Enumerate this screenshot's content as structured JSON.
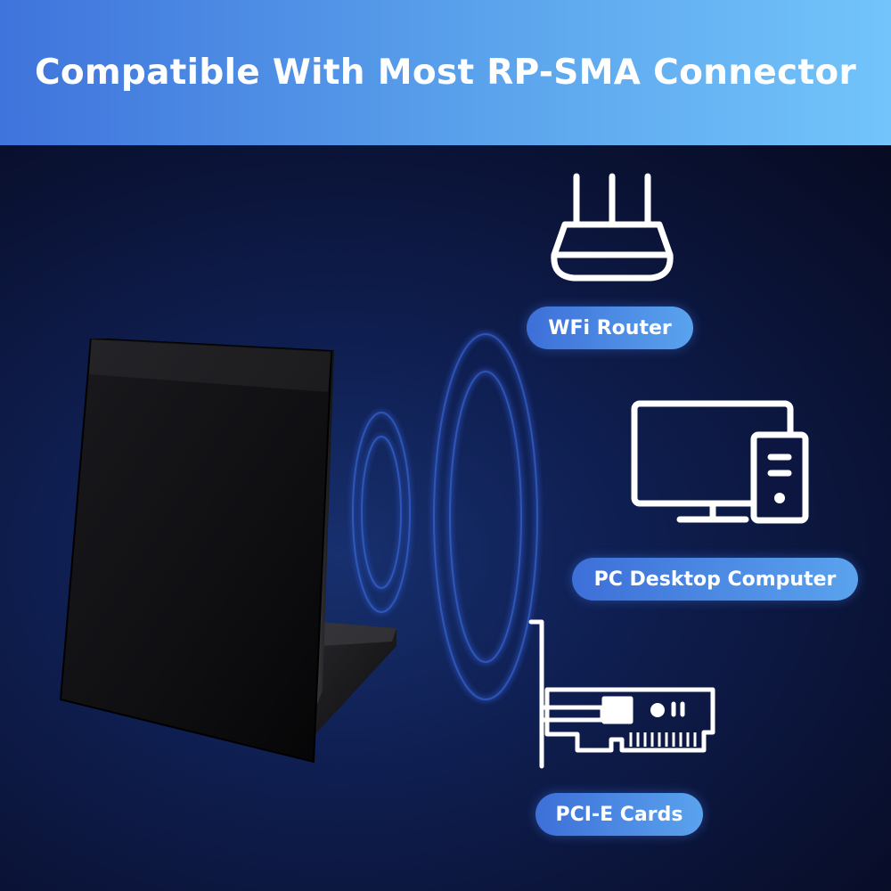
{
  "header": {
    "title": "Compatible With Most RP-SMA Connector"
  },
  "devices": [
    {
      "label": "WFi Router",
      "icon": "router-icon"
    },
    {
      "label": "PC Desktop Computer",
      "icon": "desktop-computer-icon"
    },
    {
      "label": "PCI-E Cards",
      "icon": "pcie-card-icon"
    }
  ],
  "colors": {
    "banner_start": "#3f74dc",
    "banner_end": "#72c4fb",
    "background": "#0b1538",
    "pill": "#4a88e3"
  }
}
